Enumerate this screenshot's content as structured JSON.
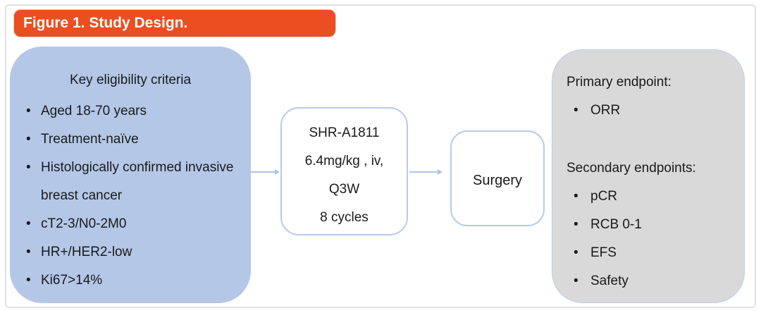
{
  "banner": {
    "title": "Figure 1. Study Design."
  },
  "eligibility_box": {
    "heading": "Key eligibility criteria",
    "items": [
      "Aged 18-70 years",
      "Treatment-naïve",
      "Histologically confirmed invasive breast cancer",
      "cT2-3/N0-2M0",
      "HR+/HER2-low",
      "Ki67>14%"
    ]
  },
  "treatment_box": {
    "lines": [
      "SHR-A1811",
      "6.4mg/kg , iv,",
      "Q3W",
      "8 cycles"
    ]
  },
  "surgery_box": {
    "label": "Surgery"
  },
  "endpoints_box": {
    "primary_heading": "Primary endpoint:",
    "primary_items": [
      "ORR"
    ],
    "secondary_heading": "Secondary endpoints:",
    "secondary_items": [
      "pCR",
      "RCB 0-1",
      "EFS",
      "Safety"
    ]
  },
  "colors": {
    "banner_orange": "#ea4e21",
    "eligibility_blue": "#b4c7e7",
    "endpoints_gray": "#d9d9d9",
    "box_border_blue": "#b7cbe9",
    "arrow_blue": "#afc3e6",
    "frame_gray": "#e1e1e1"
  }
}
